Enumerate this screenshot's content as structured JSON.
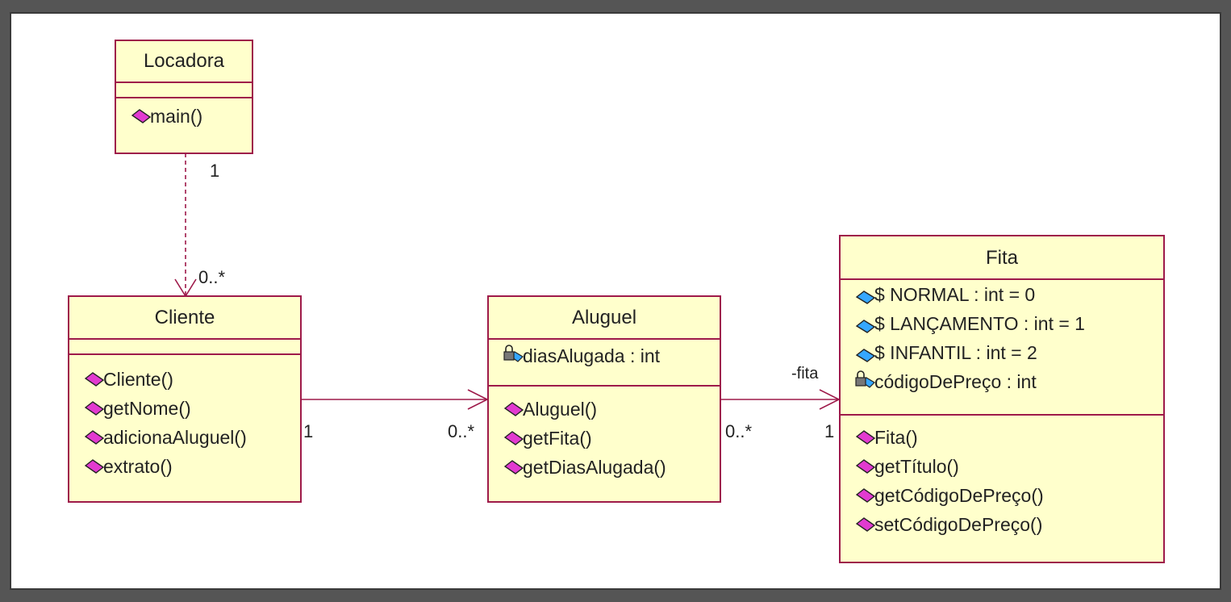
{
  "diagram": {
    "classes": {
      "locadora": {
        "name": "Locadora",
        "operations": [
          "main()"
        ]
      },
      "cliente": {
        "name": "Cliente",
        "operations": [
          "Cliente()",
          "getNome()",
          "adicionaAluguel()",
          "extrato()"
        ]
      },
      "aluguel": {
        "name": "Aluguel",
        "attributes": [
          "diasAlugada : int"
        ],
        "operations": [
          "Aluguel()",
          "getFita()",
          "getDiasAlugada()"
        ]
      },
      "fita": {
        "name": "Fita",
        "attributes": [
          "$ NORMAL : int = 0",
          "$ LANÇAMENTO : int = 1",
          "$ INFANTIL : int = 2",
          "códigoDePreço : int"
        ],
        "operations": [
          "Fita()",
          "getTítulo()",
          "getCódigoDePreço()",
          "setCódigoDePreço()"
        ]
      }
    },
    "associations": {
      "locadora_cliente": {
        "source_mult": "1",
        "target_mult": "0..*",
        "style": "dashed"
      },
      "cliente_aluguel": {
        "source_mult": "1",
        "target_mult": "0..*",
        "style": "solid"
      },
      "aluguel_fita": {
        "source_mult": "0..*",
        "target_mult": "1",
        "role": "-fita",
        "style": "solid"
      }
    },
    "icons": {
      "operation": "public-operation-icon",
      "attribute_public": "public-static-attribute-icon",
      "attribute_private": "private-attribute-lock-icon"
    },
    "colors": {
      "class_fill": "#ffffcc",
      "class_border": "#9e1a4a",
      "line": "#9e1a4a",
      "operation_icon": "#e23ad0",
      "attribute_icon": "#35a7ff"
    }
  }
}
